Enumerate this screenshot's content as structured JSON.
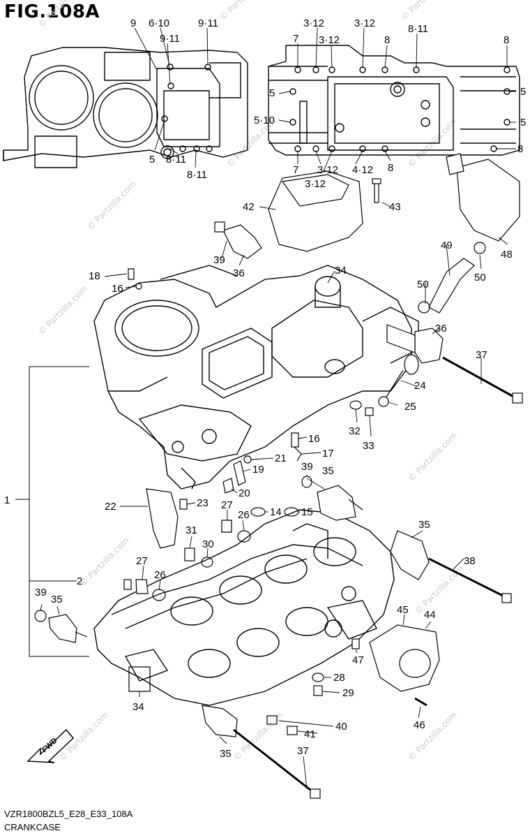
{
  "figure_title": "FIG.108A",
  "footer_code": "VZR1800BZL5_E28_E33_108A",
  "footer_name": "CRANKCASE",
  "watermark_text": "© Partzilla.com",
  "fwd_label": "FWD",
  "callouts": {
    "c9_top": "9",
    "c6_10": "6·10",
    "c9_11a": "9·11",
    "c9_11b": "9·11",
    "c5_left": "5",
    "c8_11a": "8·11",
    "c8_11b": "8·11",
    "c3_12a": "3·12",
    "c3_12b": "3·12",
    "c3_12c": "3·12",
    "c3_12d": "3·12",
    "c3_12e": "3·12",
    "c7_top": "7",
    "c8_top1": "8",
    "c8_11_top": "8·11",
    "c8_top2": "8",
    "c5_a": "5",
    "c5_10": "5·10",
    "c7_bot": "7",
    "c4_12": "4·12",
    "c8_bot": "8",
    "c5_r1": "5",
    "c5_r2": "5",
    "c8_r": "8",
    "c42": "42",
    "c43": "43",
    "c39a": "39",
    "c36a": "36",
    "c48": "48",
    "c49": "49",
    "c50a": "50",
    "c50b": "50",
    "c34a": "34",
    "c18": "18",
    "c16a": "16",
    "c36b": "36",
    "c37a": "37",
    "c24": "24",
    "c25": "25",
    "c32": "32",
    "c33": "33",
    "c16b": "16",
    "c17": "17",
    "c21": "21",
    "c19": "19",
    "c39b": "39",
    "c35a": "35",
    "c20": "20",
    "c1": "1",
    "c22": "22",
    "c23": "23",
    "c27a": "27",
    "c14": "14",
    "c15": "15",
    "c26a": "26",
    "c31": "31",
    "c30": "30",
    "c35b": "35",
    "c38": "38",
    "c27b": "27",
    "c2": "2",
    "c26b": "26",
    "c39c": "39",
    "c35c": "35",
    "c45": "45",
    "c44": "44",
    "c47": "47",
    "c28": "28",
    "c29": "29",
    "c34b": "34",
    "c46": "46",
    "c40": "40",
    "c41": "41",
    "c35d": "35",
    "c37b": "37"
  }
}
